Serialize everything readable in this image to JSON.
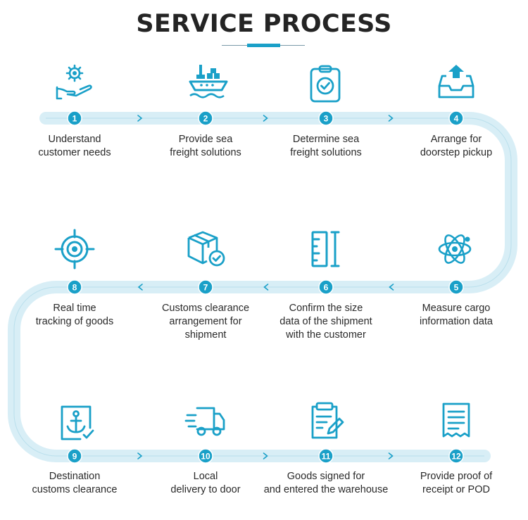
{
  "title": "SERVICE PROCESS",
  "colors": {
    "accent": "#1aa0c8",
    "track": "#d8eef6",
    "text": "#2a2a2a"
  },
  "steps": [
    {
      "number": "1",
      "label": "Understand\ncustomer needs",
      "icon": "gear-hand-icon"
    },
    {
      "number": "2",
      "label": "Provide sea\nfreight solutions",
      "icon": "cargo-ship-icon"
    },
    {
      "number": "3",
      "label": "Determine sea\nfreight solutions",
      "icon": "clipboard-check-icon"
    },
    {
      "number": "4",
      "label": "Arrange for\ndoorstep pickup",
      "icon": "inbox-upload-icon"
    },
    {
      "number": "5",
      "label": "Measure cargo\ninformation data",
      "icon": "atom-icon"
    },
    {
      "number": "6",
      "label": "Confirm the size\ndata of the shipment\nwith the customer",
      "icon": "ruler-icon"
    },
    {
      "number": "7",
      "label": "Customs clearance\narrangement for\nshipment",
      "icon": "box-check-icon"
    },
    {
      "number": "8",
      "label": "Real time\ntracking of goods",
      "icon": "target-icon"
    },
    {
      "number": "9",
      "label": "Destination\ncustoms clearance",
      "icon": "anchor-document-icon"
    },
    {
      "number": "10",
      "label": "Local\ndelivery to door",
      "icon": "delivery-truck-icon"
    },
    {
      "number": "11",
      "label": "Goods signed for\nand entered the warehouse",
      "icon": "clipboard-sign-icon"
    },
    {
      "number": "12",
      "label": "Provide proof of\nreceipt or POD",
      "icon": "receipt-icon"
    }
  ]
}
